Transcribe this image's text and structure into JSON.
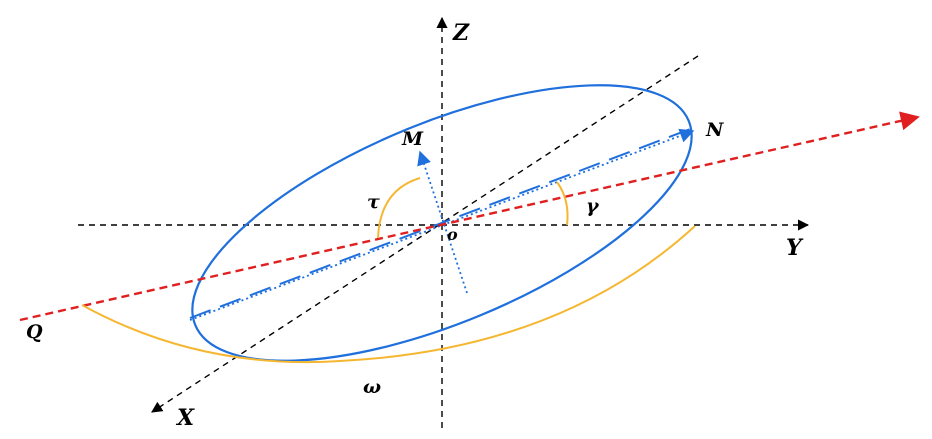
{
  "figure": {
    "labels": {
      "z_axis": "Z",
      "y_axis": "Y",
      "x_axis": "X",
      "origin": "o",
      "point_m": "M",
      "point_n": "N",
      "point_q": "Q",
      "angle_tau": "τ",
      "angle_gamma": "γ",
      "angle_omega": "ω"
    },
    "colors": {
      "axes": "#000000",
      "ellipse": "#1f6fdc",
      "direction_line": "#e02020",
      "angle_arcs": "#f5b731",
      "labels": "#000000"
    }
  }
}
